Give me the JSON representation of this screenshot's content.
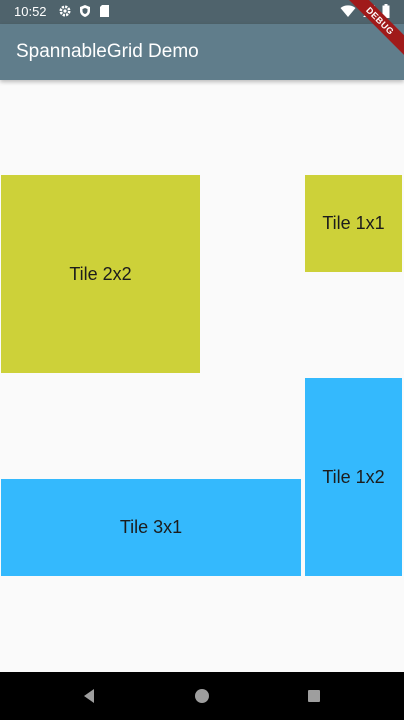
{
  "status_bar": {
    "time": "10:52",
    "left_icons": [
      "settings-icon",
      "shield-icon",
      "sd-card-icon"
    ],
    "right_icons": [
      "wifi-icon",
      "signal-icon",
      "battery-icon"
    ]
  },
  "app_bar": {
    "title": "SpannableGrid Demo"
  },
  "debug_banner": {
    "label": "DEBUG"
  },
  "tiles": [
    {
      "label": "Tile 2x2",
      "color": "#cdd139"
    },
    {
      "label": "Tile 1x1",
      "color": "#cdd139"
    },
    {
      "label": "Tile 1x2",
      "color": "#34b9fd"
    },
    {
      "label": "Tile 3x1",
      "color": "#34b9fd"
    }
  ],
  "nav_bar": {
    "buttons": [
      "back-icon",
      "home-icon",
      "recents-icon"
    ]
  },
  "colors": {
    "status_bar": "#4f636c",
    "app_bar": "#607d8b",
    "background": "#fafafa",
    "lime": "#cdd139",
    "light_blue": "#34b9fd"
  }
}
